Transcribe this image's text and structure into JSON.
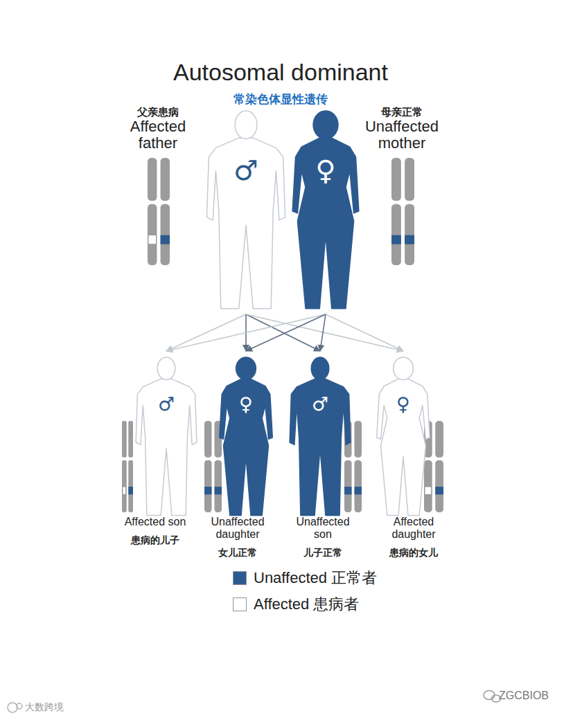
{
  "diagram": {
    "title": "Autosomal dominant",
    "nodes": [
      {
        "text": [
          "父亲患病",
          "Affected father",
          "♂"
        ]
      },
      {
        "text": [
          "母亲正常",
          "Unaffected mother",
          "♀"
        ]
      },
      {
        "text": [
          "Affected son",
          "患病的儿子",
          "♂"
        ]
      },
      {
        "text": [
          "Unaffected daughter",
          "女儿正常",
          "♀"
        ]
      },
      {
        "text": [
          "Unaffected son",
          "儿子正常",
          "♂"
        ]
      },
      {
        "text": [
          "Affected daughter",
          "患病的女儿",
          "♀"
        ]
      }
    ],
    "edges": [
      {
        "from": 0,
        "to": 2,
        "arrow": "to"
      },
      {
        "from": 0,
        "to": 3,
        "arrow": "to"
      },
      {
        "from": 0,
        "to": 4,
        "arrow": "to"
      },
      {
        "from": 0,
        "to": 5,
        "arrow": "to"
      },
      {
        "from": 1,
        "to": 2,
        "arrow": "to"
      },
      {
        "from": 1,
        "to": 3,
        "arrow": "to"
      },
      {
        "from": 1,
        "to": 4,
        "arrow": "to"
      },
      {
        "from": 1,
        "to": 5,
        "arrow": "to"
      }
    ],
    "labels": [
      "常染色体显性遗传",
      "ZGCBIOB",
      "大数跨境"
    ],
    "legend": [
      {
        "text": "Unaffected 正常者",
        "color": "#2d5a8e"
      },
      {
        "text": "Affected 患病者",
        "color": "#ffffff"
      }
    ]
  }
}
